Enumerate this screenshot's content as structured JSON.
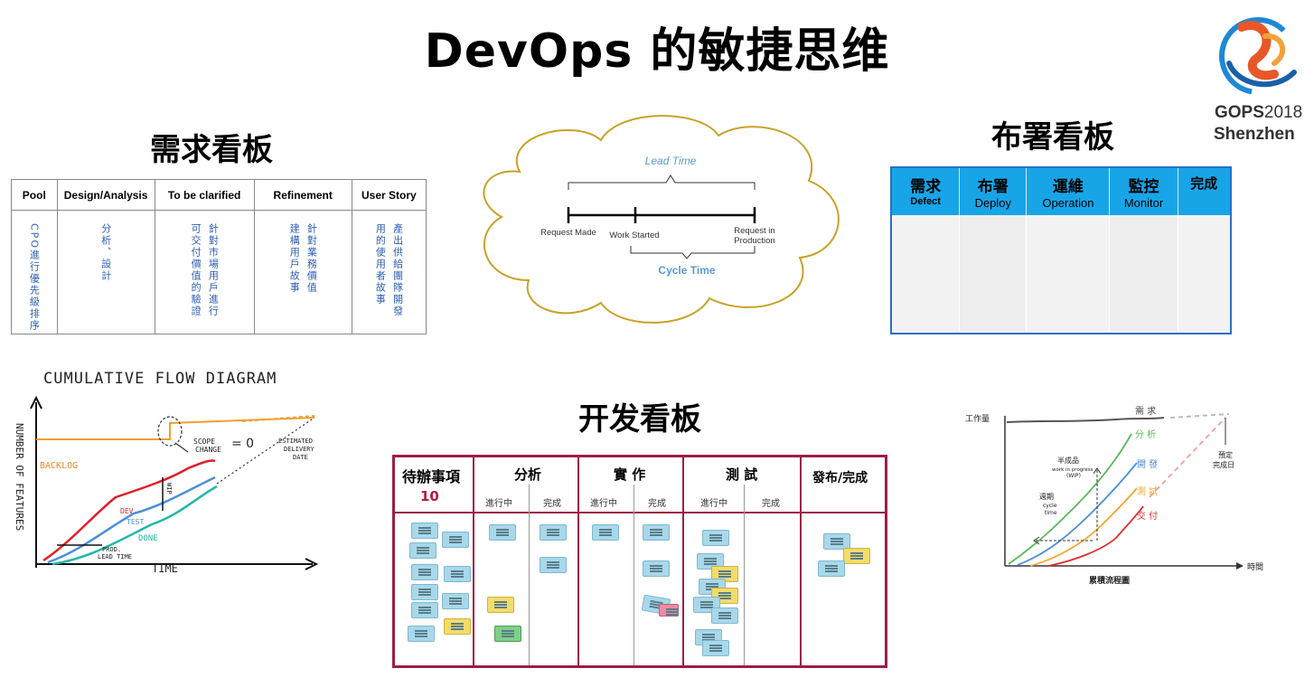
{
  "title": "DevOps 的敏捷思维",
  "logo": {
    "brand": "GOPS",
    "year": "2018",
    "city": "Shenzhen"
  },
  "requirement_board": {
    "title": "需求看板",
    "columns": [
      {
        "header": "Pool",
        "lines": [
          "CPO進行優先級排序"
        ]
      },
      {
        "header": "Design/Analysis",
        "lines": [
          "分析、設計"
        ]
      },
      {
        "header": "To be clarified",
        "lines": [
          "可交付價值的驗證",
          "針對市場用戶進行"
        ]
      },
      {
        "header": "Refinement",
        "lines": [
          "建構用戶故事",
          "針對業務價值"
        ]
      },
      {
        "header": "User Story",
        "lines": [
          "用的使用者故事",
          "產出供給團隊開發"
        ]
      }
    ]
  },
  "cycle_diagram": {
    "lead_time": "Lead Time",
    "cycle_time": "Cycle Time",
    "request_made": "Request Made",
    "work_started": "Work Started",
    "request_in": "Request in",
    "production": "Production"
  },
  "deploy_board": {
    "title": "布署看板",
    "columns": [
      {
        "zh": "需求",
        "en": "Defect"
      },
      {
        "zh": "布署",
        "en": "Deploy"
      },
      {
        "zh": "運維",
        "en": "Operation"
      },
      {
        "zh": "監控",
        "en": "Monitor"
      },
      {
        "zh": "完成",
        "en": ""
      }
    ]
  },
  "cfd_sketch": {
    "title": "CUMULATIVE FLOW DIAGRAM",
    "y_label": "NUMBER OF FEATURES",
    "x_label": "TIME",
    "backlog": "BACKLOG",
    "dev": "DEV",
    "test": "TEST",
    "done": "DONE",
    "scope_change_1": "SCOPE",
    "scope_change_2": "CHANGE",
    "equals_zero": "= 0",
    "est_1": "ESTIMATED",
    "est_2": "DELIVERY",
    "est_3": "DATE",
    "wip": "WIP",
    "prod_lead_1": "PROD.",
    "prod_lead_2": "LEAD TIME"
  },
  "dev_board": {
    "title": "开发看板",
    "todo": "待辦事項",
    "todo_count": "10",
    "analysis": "分析",
    "implement": "實 作",
    "testing": "測 試",
    "release": "發布/完成",
    "in_progress": "進行中",
    "done": "完成"
  },
  "cfd_chart": {
    "y_label": "工作量",
    "x_label": "時間",
    "caption": "累積流程圖",
    "demand": "需 求",
    "analysis": "分 析",
    "dev": "開 發",
    "test": "測 試",
    "delivery": "交 付",
    "wip_1": "半成品",
    "wip_2": "work in progress",
    "wip_3": "(WIP)",
    "cycle_1": "週期",
    "cycle_2": "cycle",
    "cycle_3": "time",
    "due_1": "預定",
    "due_2": "完成日",
    "colors": {
      "demand": "#555555",
      "analysis": "#5cb85c",
      "dev": "#4a90d9",
      "test": "#f0a830",
      "delivery": "#e03030"
    }
  }
}
